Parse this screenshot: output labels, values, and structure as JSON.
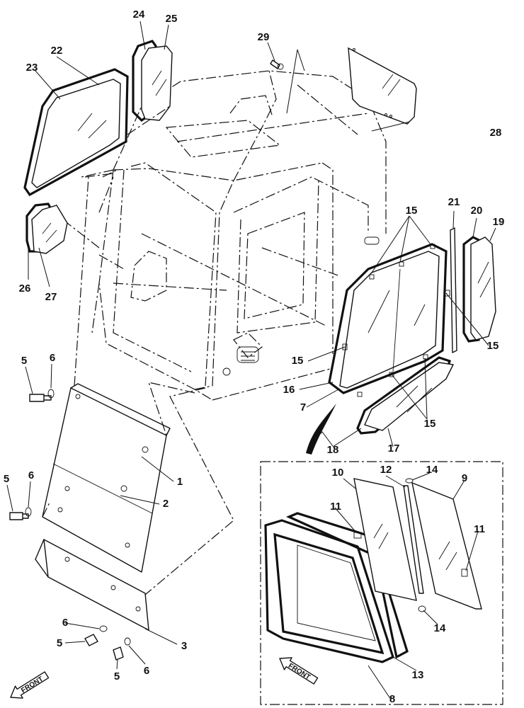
{
  "diagram": {
    "callouts": {
      "p1": "1",
      "p2": "2",
      "p3": "3",
      "p5a": "5",
      "p5b": "5",
      "p5c": "5",
      "p5d": "5",
      "p6a": "6",
      "p6b": "6",
      "p6c": "6",
      "p6d": "6",
      "p7": "7",
      "p8": "8",
      "p9": "9",
      "p10": "10",
      "p11a": "11",
      "p11b": "11",
      "p12": "12",
      "p13": "13",
      "p14a": "14",
      "p14b": "14",
      "p15a": "15",
      "p15b": "15",
      "p15c": "15",
      "p15d": "15",
      "p16": "16",
      "p17": "17",
      "p18": "18",
      "p19": "19",
      "p20": "20",
      "p21": "21",
      "p22": "22",
      "p23": "23",
      "p24": "24",
      "p25": "25",
      "p26": "26",
      "p27": "27",
      "p28": "28",
      "p29": "29"
    },
    "front_labels": {
      "main": "FRONT",
      "inset": "FRONT"
    }
  }
}
